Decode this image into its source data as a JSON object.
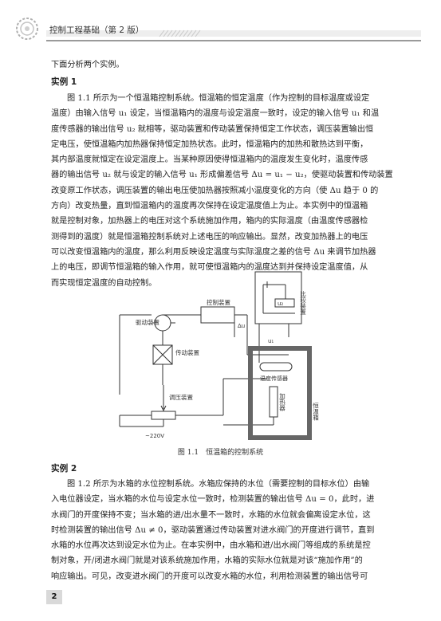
{
  "header": {
    "title": "控制工程基础（第 2 版）"
  },
  "intro": "下面分析两个实例。",
  "example1": {
    "heading": "实例 1",
    "lines": [
      "图 1.1 所示为一个恒温箱控制系统。恒温箱的恒定温度（作为控制的目标温度或设定",
      "温度）由输入信号 u₁ 设定，当恒温箱内的温度与设定温度一致时，设定的输入信号 u₁ 和温",
      "度传感器的输出信号 u₂ 就相等，驱动装置和传动装置保持恒定工作状态，调压装置输出恒",
      "定电压，使恒温箱内加热器保持恒定加热状态。此时，恒温箱内的加热和散热达到平衡，",
      "其内部温度就恒定在设定温度上。当某种原因使得恒温箱内的温度发生变化时，温度传感",
      "器的输出信号 u₂ 就与设定的输入信号 u₁ 形成偏差信号 Δu = u₁ − u₂，使驱动装置和传动装置",
      "改变原工作状态，调压装置的输出电压使加热器按照减小温度变化的方向（使 Δu 趋于 0 的",
      "方向）改变热量，直到恒温箱内的温度再次保持在设定温度值上为止。本实例中的恒温箱",
      "就是控制对象，加热器上的电压对这个系统施加作用，箱内的实际温度（由温度传感器检",
      "测得到的温度）就是恒温箱控制系统对上述电压的响应输出。显然，改变加热器上的电压",
      "可以改变恒温箱内的温度，那么利用反映设定温度与实际温度之差的信号 Δu 来调节加热器",
      "上的电压，即调节恒温箱的输入作用，就可使恒温箱内的温度达到并保持设定温度值，从",
      "而实现恒定温度的自动控制。"
    ]
  },
  "figure": {
    "label_compare": "比较装置",
    "label_u2": "u₂",
    "label_control": "控制装置",
    "label_du": "Δu",
    "label_u1": "u₁",
    "label_drive": "驱动装置",
    "label_transmission": "传动装置",
    "label_sensor": "温度传感器",
    "label_regulator": "调压装置",
    "label_heater": "加热器",
    "label_oven": "恒温箱",
    "label_supply": "~220V",
    "caption": "图 1.1　恒温箱的控制系统"
  },
  "example2": {
    "heading": "实例 2",
    "lines": [
      "图 1.2 所示为水箱的水位控制系统。水箱应保持的水位（需要控制的目标水位）由输",
      "入电位器设定，当水箱的水位与设定水位一致时，检测装置的输出信号 Δu = 0，此时，进",
      "水阀门的开度保持不变；当水箱的进/出水量不一致时，水箱的水位就会偏离设定水位，这",
      "时检测装置的输出信号 Δu ≠ 0，驱动装置通过传动装置对进水阀门的开度进行调节，直到",
      "水箱的水位再次达到设定水位为止。在本实例中，由水箱和进/出水阀门等组成的系统是控",
      "制对象，开/闭进水阀门就是对该系统施加作用，水箱的实际水位就是对该“施加作用”的",
      "响应输出。可见，改变进水阀门的开度可以改变水箱的水位，利用检测装置的输出信号可"
    ]
  },
  "page_number": "2"
}
